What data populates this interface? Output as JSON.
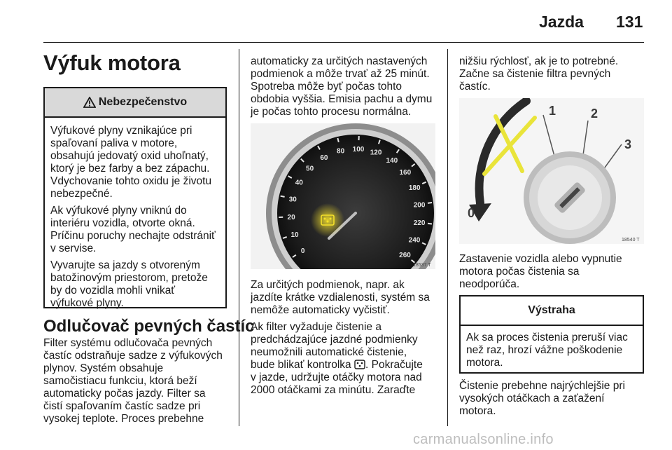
{
  "header": {
    "title": "Jazda",
    "page_number": "131"
  },
  "left": {
    "title": "Výfuk motora",
    "warning": {
      "label": "Nebezpečenstvo",
      "para1": [
        "Výfukové plyny vznikajúce pri",
        "spaľovaní paliva v motore,",
        "obsahujú jedovatý oxid uhoľnatý,",
        "ktorý je bez farby a bez zápachu.",
        "Vdychovanie tohto oxidu je životu",
        "nebezpečné."
      ],
      "para2": [
        "Ak výfukové plyny vniknú do",
        "interiéru vozidla, otvorte okná.",
        "Príčinu poruchy nechajte odstrániť",
        "v servise."
      ],
      "para3": [
        "Vyvarujte sa jazdy s otvoreným",
        "batožinovým priestorom, pretože",
        "by do vozidla mohli vnikať",
        "výfukové plyny."
      ]
    },
    "section_title": "Odlučovač pevných častíc",
    "section_text": [
      "Filter systému odlučovača pevných",
      "častíc odstraňuje sadze z výfukových",
      "plynov. Systém obsahuje",
      "samočistiacu funkciu, ktorá beží",
      "automaticky počas jazdy. Filter sa",
      "čistí spaľovaním častíc sadze pri",
      "vysokej teplote. Proces prebehne"
    ]
  },
  "middle": {
    "top_text": [
      "automaticky za určitých nastavených",
      "podmienok a môže trvať až 25 minút.",
      "Spotreba môže byť počas tohto",
      "obdobia vyššia. Emisia pachu a dymu",
      "je počas tohto procesu normálna."
    ],
    "speedo": {
      "ticks": [
        "0",
        "10",
        "20",
        "30",
        "40",
        "50",
        "60",
        "80",
        "100",
        "120",
        "140",
        "160",
        "180",
        "200",
        "220",
        "240",
        "260"
      ],
      "image_code": "18537 T"
    },
    "para1": [
      "Za určitých podmienok, napr. ak",
      "jazdíte krátke vzdialenosti, systém sa",
      "nemôže automaticky vyčistiť."
    ],
    "para2_lines": [
      "Ak filter vyžaduje čistenie a",
      "predchádzajúce jazdné podmienky",
      "neumožnili automatické čistenie,"
    ],
    "para2_icon_line_before": "bude blikať kontrolka",
    "para2_icon_line_after": ". Pokračujte",
    "para2_rest": [
      "v jazde, udržujte otáčky motora nad",
      "2000 otáčkami za minútu. Zaraďte"
    ]
  },
  "right": {
    "top_text": [
      "nižšiu rýchlosť, ak je to potrebné.",
      "Začne sa čistenie filtra pevných",
      "častíc."
    ],
    "ignition": {
      "labels": [
        "1",
        "2",
        "3",
        "0"
      ],
      "image_code": "18540 T"
    },
    "para1": [
      "Zastavenie vozidla alebo vypnutie",
      "motora počas čistenia sa",
      "neodporúča."
    ],
    "caution": {
      "label": "Výstraha",
      "text": [
        "Ak sa proces čistenia preruší viac",
        "než raz, hrozí vážne poškodenie",
        "motora."
      ]
    },
    "para2": [
      "Čistenie prebehne najrýchlejšie pri",
      "vysokých otáčkach a zaťažení",
      "motora."
    ]
  },
  "watermark": "carmanualsonline.info"
}
